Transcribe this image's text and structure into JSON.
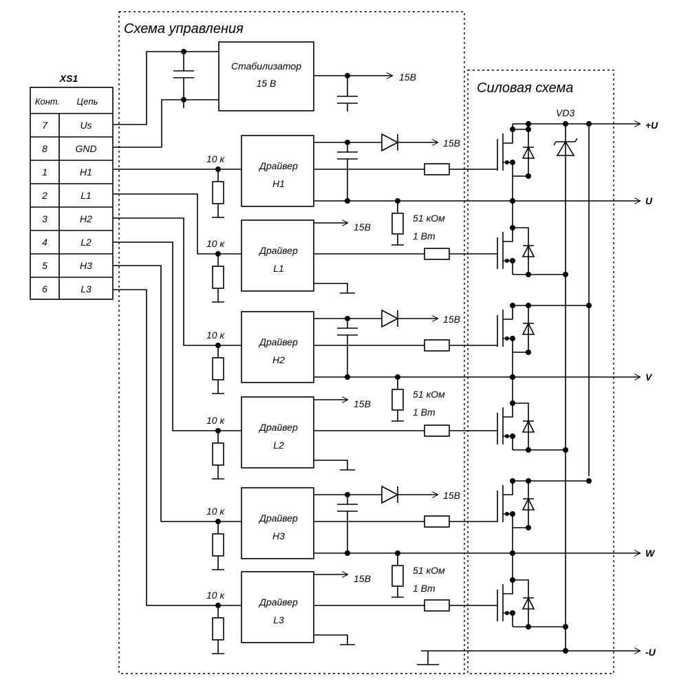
{
  "sections": {
    "control": "Схема управления",
    "power": "Силовая схема"
  },
  "connector": {
    "name": "XS1",
    "header_contact": "Конт.",
    "header_net": "Цепь",
    "rows": [
      {
        "pin": "7",
        "net": "Us"
      },
      {
        "pin": "8",
        "net": "GND"
      },
      {
        "pin": "1",
        "net": "H1"
      },
      {
        "pin": "2",
        "net": "L1"
      },
      {
        "pin": "3",
        "net": "H2"
      },
      {
        "pin": "4",
        "net": "L2"
      },
      {
        "pin": "5",
        "net": "H3"
      },
      {
        "pin": "6",
        "net": "L3"
      }
    ]
  },
  "stabilizer": {
    "line1": "Стабилизатор",
    "line2": "15 В"
  },
  "supply_label": "15В",
  "resistor_label": "10 к",
  "shunt": {
    "line1": "51 кОм",
    "line2": "1 Вт"
  },
  "driver_word": "Драйвер",
  "drivers": [
    "H1",
    "L1",
    "H2",
    "L2",
    "H3",
    "L3"
  ],
  "diode_label": "VD3",
  "outputs": {
    "plus": "+U",
    "u": "U",
    "v": "V",
    "w": "W",
    "minus": "-U"
  }
}
